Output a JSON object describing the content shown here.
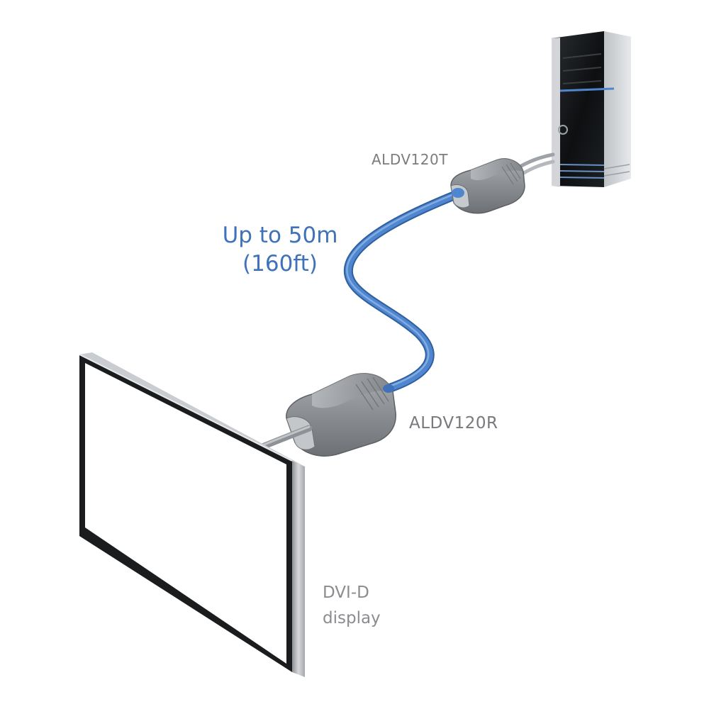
{
  "labels": {
    "transmitter": "ALDV120T",
    "receiver": "ALDV120R",
    "distance_line1": "Up to 50m",
    "distance_line2": "(160ft)",
    "display_line1": "DVI-D",
    "display_line2": "display"
  },
  "icons": {
    "computer": "computer-tower-icon",
    "transmitter": "extender-transmitter-icon",
    "receiver": "extender-receiver-icon",
    "display": "monitor-icon",
    "cable": "cable-icon"
  },
  "colors": {
    "cable_blue": "#4f86cf",
    "label_blue": "#3f72b8",
    "label_gray": "#7a7c80",
    "device_gray": "#8e9195",
    "tower_black": "#111315"
  }
}
